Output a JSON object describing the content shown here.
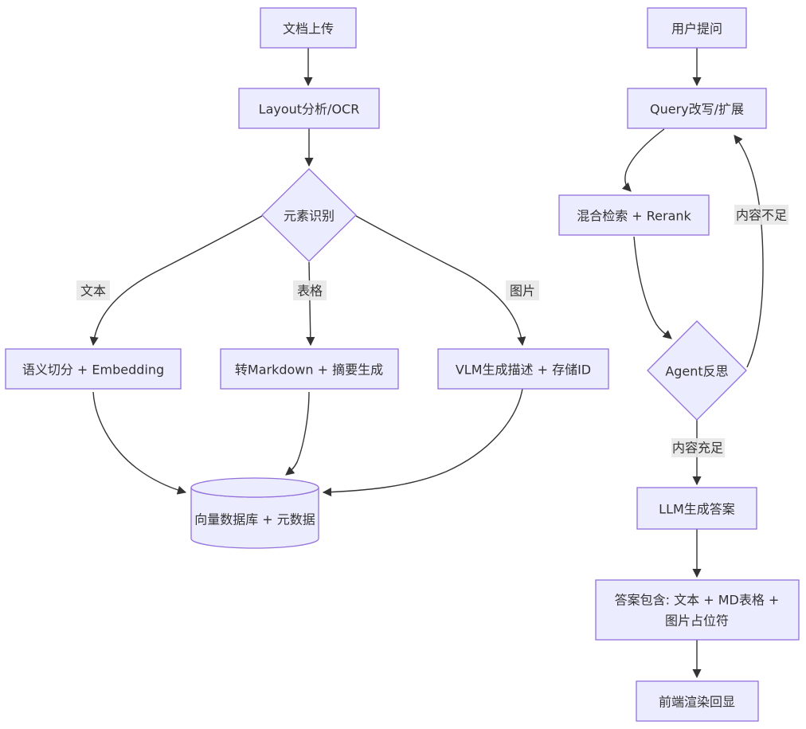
{
  "colors": {
    "background": "#ffffff",
    "node_fill": "#ECECFF",
    "node_border": "#9370DB",
    "edge": "#333333",
    "edge_label_bg": "#e8e8e8",
    "text": "#333333"
  },
  "left_flow": {
    "doc_upload": "文档上传",
    "layout_ocr": "Layout分析/OCR",
    "element_detect": "元素识别",
    "label_text": "文本",
    "label_table": "表格",
    "label_image": "图片",
    "semantic_chunk": "语义切分 + Embedding",
    "to_markdown": "转Markdown + 摘要生成",
    "vlm_describe": "VLM生成描述 + 存储ID",
    "vector_db": "向量数据库 + 元数据"
  },
  "right_flow": {
    "user_question": "用户提问",
    "query_rewrite": "Query改写/扩展",
    "hybrid_retrieve": "混合检索 + Rerank",
    "agent_reflect": "Agent反思",
    "label_insufficient": "内容不足",
    "label_sufficient": "内容充足",
    "llm_answer": "LLM生成答案",
    "answer_line1": "答案包含: 文本 + MD表格 +",
    "answer_line2": "图片占位符",
    "frontend_render": "前端渲染回显"
  }
}
